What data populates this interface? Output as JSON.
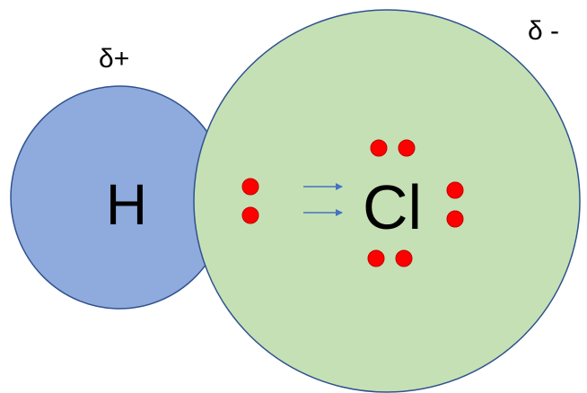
{
  "atoms": {
    "hydrogen": {
      "symbol": "H",
      "charge_label": "δ+",
      "fill": "#8faadc",
      "stroke": "#2f528f"
    },
    "chlorine": {
      "symbol": "Cl",
      "charge_label": "δ -",
      "fill": "#c5e0b4",
      "stroke": "#2f528f"
    }
  },
  "electron_dots": {
    "color": "#ff0000",
    "outline": "#c00000",
    "count": 8
  },
  "arrows": {
    "color": "#4472c4",
    "count": 2
  }
}
